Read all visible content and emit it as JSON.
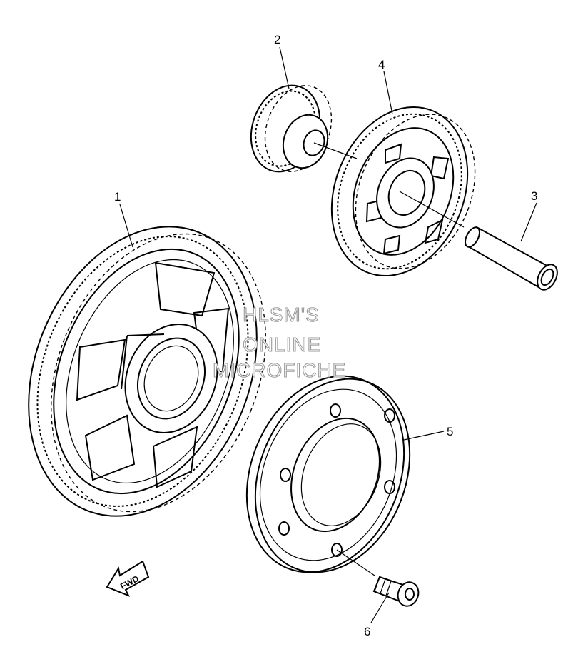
{
  "diagram": {
    "callouts": [
      {
        "id": "1",
        "label": "1"
      },
      {
        "id": "2",
        "label": "2"
      },
      {
        "id": "3",
        "label": "3"
      },
      {
        "id": "4",
        "label": "4"
      },
      {
        "id": "5",
        "label": "5"
      },
      {
        "id": "6",
        "label": "6"
      }
    ],
    "watermark": [
      "HLSM'S",
      "ONLINE",
      "MICROFICHE"
    ],
    "direction_label": "FWD"
  }
}
